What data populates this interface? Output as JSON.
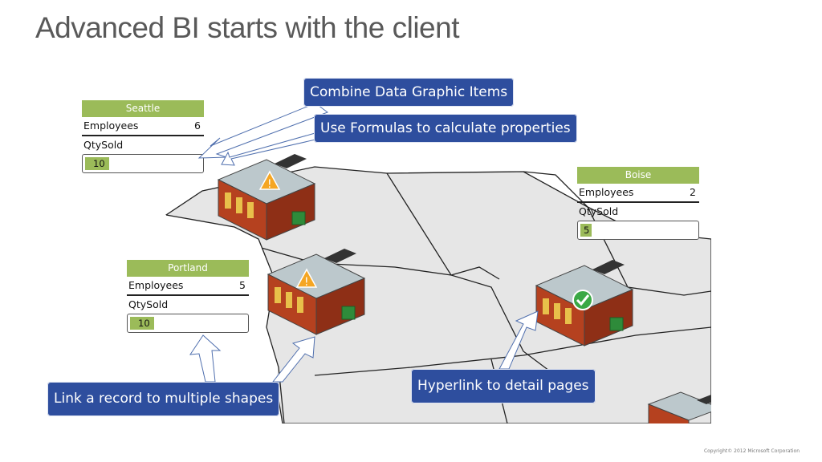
{
  "slide": {
    "title": "Advanced BI starts with the client",
    "copyright": "Copyright© 2012 Microsoft Corporation"
  },
  "callouts": {
    "combine": "Combine Data Graphic Items",
    "formulas": "Use Formulas to calculate properties",
    "link_record": "Link a record to multiple shapes",
    "hyperlink": "Hyperlink to detail pages"
  },
  "stores": [
    {
      "city": "Seattle",
      "employees_label": "Employees",
      "employees": "6",
      "qty_label": "QtySold",
      "qty": "10",
      "status": "warning"
    },
    {
      "city": "Portland",
      "employees_label": "Employees",
      "employees": "5",
      "qty_label": "QtySold",
      "qty": "10",
      "status": "warning"
    },
    {
      "city": "Boise",
      "employees_label": "Employees",
      "employees": "2",
      "qty_label": "QtySold",
      "qty": "5",
      "status": "ok"
    }
  ],
  "colors": {
    "accent_green": "#9bbb59",
    "callout_blue": "#2e4e9e",
    "map_fill": "#e6e6e6",
    "title_gray": "#595959"
  }
}
